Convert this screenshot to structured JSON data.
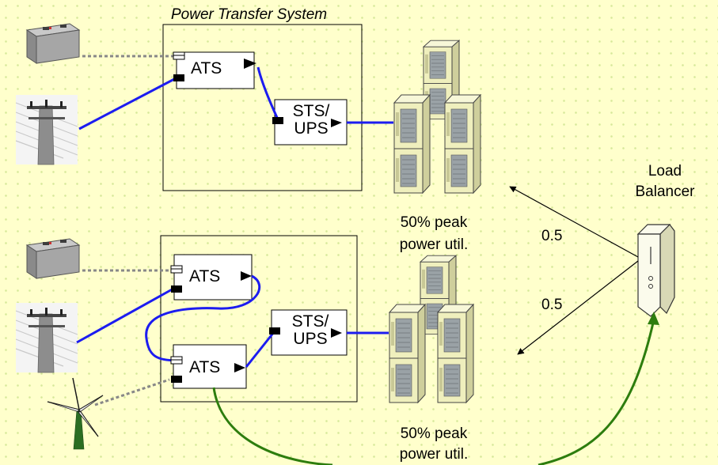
{
  "title": "Power Transfer System",
  "ats_label": "ATS",
  "sts_label": "STS/\nUPS",
  "util_label": "50% peak\npower util.",
  "load_balancer_label": "Load\nBalancer",
  "weight_label": "0.5",
  "colors": {
    "power_line": "#1c1cf0",
    "backup_line": "#888888",
    "green_line": "#2d7d0e",
    "background": "#ffffcc",
    "server": "#eeeebb"
  }
}
